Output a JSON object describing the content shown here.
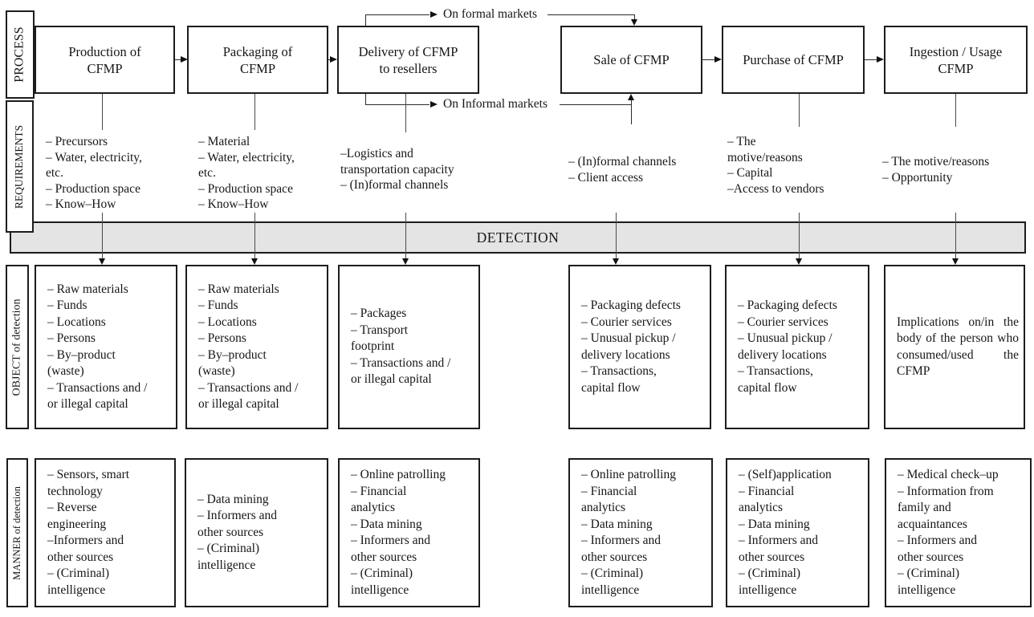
{
  "row_labels": {
    "process": "PROCESS",
    "requirements": "REQUIREMENTS",
    "object": "OBJECT of detection",
    "manner": "MANNER of detection"
  },
  "detection_band": {
    "label": "DETECTION",
    "bg_color": "#e4e4e4"
  },
  "markets": {
    "formal": "On formal markets",
    "informal": "On Informal markets"
  },
  "process": [
    "Production of\nCFMP",
    "Packaging of\nCFMP",
    "Delivery of CFMP\nto resellers",
    "Sale of CFMP",
    "Purchase of CFMP",
    "Ingestion / Usage\nCFMP"
  ],
  "requirements": [
    "– Precursors\n– Water, electricity,\netc.\n– Production space\n– Know–How",
    "– Material\n– Water, electricity,\netc.\n– Production space\n– Know–How",
    "–Logistics and\ntransportation capacity\n– (In)formal channels",
    "– (In)formal channels\n– Client access",
    "– The\nmotive/reasons\n– Capital\n–Access to vendors",
    "– The motive/reasons\n– Opportunity"
  ],
  "objects": [
    "– Raw materials\n– Funds\n– Locations\n– Persons\n– By–product\n(waste)\n– Transactions and /\nor illegal capital",
    "– Raw materials\n– Funds\n– Locations\n– Persons\n– By–product\n(waste)\n– Transactions and /\nor illegal capital",
    "– Packages\n– Transport\nfootprint\n– Transactions and /\nor illegal capital",
    "– Packaging defects\n– Courier services\n– Unusual pickup /\ndelivery locations\n– Transactions,\ncapital flow",
    "– Packaging defects\n– Courier services\n– Unusual pickup /\ndelivery locations\n– Transactions,\ncapital flow",
    "Implications on/in the body of the person who consumed/used the CFMP"
  ],
  "manner": [
    "– Sensors, smart\ntechnology\n– Reverse\nengineering\n–Informers and\nother sources\n– (Criminal)\nintelligence",
    "– Data mining\n– Informers and\nother sources\n– (Criminal)\nintelligence",
    "– Online patrolling\n– Financial\nanalytics\n– Data mining\n– Informers and\nother sources\n– (Criminal)\nintelligence",
    "– Online patrolling\n– Financial\nanalytics\n– Data mining\n – Informers and\nother sources\n– (Criminal)\nintelligence",
    "– (Self)application\n– Financial\nanalytics\n– Data mining\n– Informers and\nother sources\n– (Criminal)\nintelligence",
    "– Medical check–up\n– Information from\nfamily and\nacquaintances\n– Informers and\nother sources\n– (Criminal)\nintelligence"
  ],
  "colors": {
    "line": "#4a4a4a",
    "border": "#1c1c1c",
    "background": "#ffffff"
  }
}
